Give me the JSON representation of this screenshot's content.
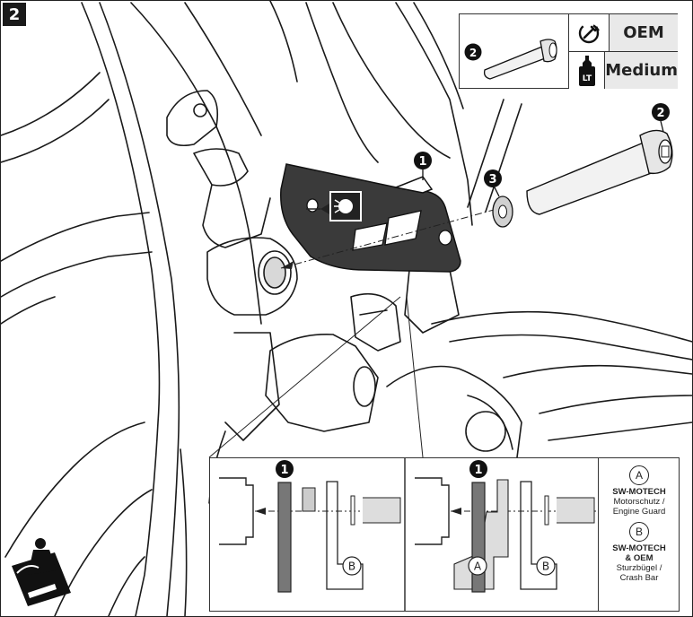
{
  "step": {
    "number": "2"
  },
  "legend": {
    "callout": "2",
    "torque": {
      "label": "OEM",
      "icon": "torque-wrench-icon"
    },
    "threadlock": {
      "label": "Medium",
      "icon": "threadlock-bottle-icon",
      "bottle_text": "LT"
    }
  },
  "callouts": {
    "bracket": "1",
    "screw": "2",
    "washer": "3"
  },
  "inset": {
    "left_callout": "1",
    "right_callout": "1",
    "marker_a": "A",
    "marker_b": "B",
    "legend": {
      "a_letter": "A",
      "a_name": "SW-MOTECH",
      "a_desc_1": "Motorschutz /",
      "a_desc_2": "Engine Guard",
      "b_letter": "B",
      "b_name_1": "SW-MOTECH",
      "b_name_2": "& OEM",
      "b_desc_1": "Sturzbügel /",
      "b_desc_2": "Crash Bar"
    }
  }
}
